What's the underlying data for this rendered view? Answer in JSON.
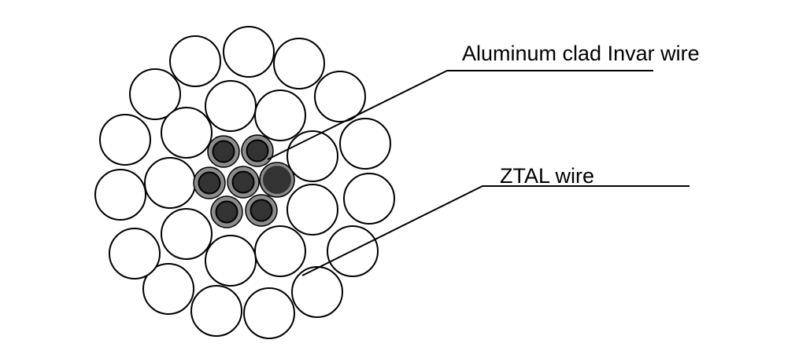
{
  "labels": {
    "invar": "Aluminum clad Invar wire",
    "ztal": "ZTAL wire"
  },
  "colors": {
    "stroke": "#000000",
    "core_cladding": "#8c8c8c",
    "core_steel": "#333333",
    "ztal_fill": "#ffffff"
  },
  "counts": {
    "outer_layer_wires": 15,
    "inner_layer_wires": 9,
    "core_wires": 7
  }
}
